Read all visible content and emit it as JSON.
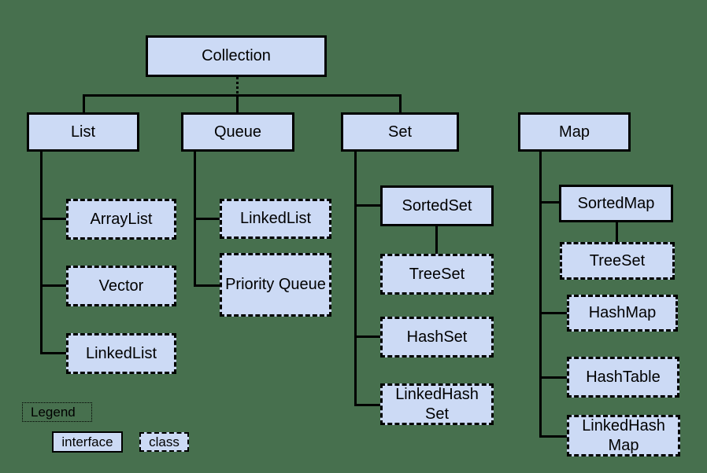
{
  "colors": {
    "background": "#47704e",
    "node_fill": "#ccdaf5",
    "line": "#000000"
  },
  "nodes": {
    "collection": {
      "label": "Collection",
      "type": "interface"
    },
    "list": {
      "label": "List",
      "type": "interface"
    },
    "queue": {
      "label": "Queue",
      "type": "interface"
    },
    "set": {
      "label": "Set",
      "type": "interface"
    },
    "map": {
      "label": "Map",
      "type": "interface"
    },
    "arraylist": {
      "label": "ArrayList",
      "type": "class"
    },
    "vector": {
      "label": "Vector",
      "type": "class"
    },
    "linkedlist_list": {
      "label": "LinkedList",
      "type": "class"
    },
    "linkedlist_queue": {
      "label": "LinkedList",
      "type": "class"
    },
    "priorityqueue": {
      "label": "Priority Queue",
      "type": "class"
    },
    "sortedset": {
      "label": "SortedSet",
      "type": "interface"
    },
    "treeset_set": {
      "label": "TreeSet",
      "type": "class"
    },
    "hashset": {
      "label": "HashSet",
      "type": "class"
    },
    "linkedhashset": {
      "label": "LinkedHash Set",
      "type": "class"
    },
    "sortedmap": {
      "label": "SortedMap",
      "type": "interface"
    },
    "treeset_map": {
      "label": "TreeSet",
      "type": "class"
    },
    "hashmap": {
      "label": "HashMap",
      "type": "class"
    },
    "hashtable": {
      "label": "HashTable",
      "type": "class"
    },
    "linkedhashmap": {
      "label": "LinkedHash Map",
      "type": "class"
    }
  },
  "legend": {
    "title": "Legend",
    "interface_label": "interface",
    "class_label": "class"
  }
}
